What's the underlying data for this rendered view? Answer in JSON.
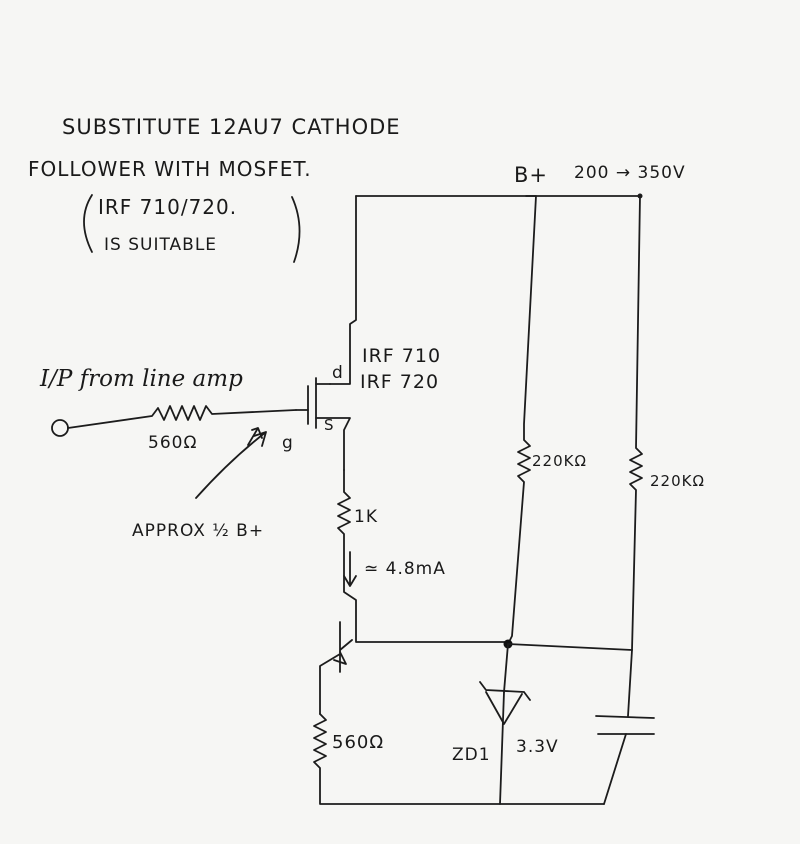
{
  "title": {
    "line1": "SUBSTITUTE  12AU7  CATHODE",
    "line2": "FOLLOWER WITH MOSFET.",
    "note_line1": "IRF 710/720.",
    "note_line2": "IS  SUITABLE"
  },
  "supply": {
    "label": "B+",
    "range": "200 → 350V"
  },
  "input": {
    "label": "I/P from line amp",
    "resistor": "560Ω"
  },
  "mosfet": {
    "part1": "IRF 710",
    "part2": "IRF 720",
    "pin_d": "d",
    "pin_g": "g",
    "pin_s": "S"
  },
  "gate_note": "APPROX ½ B+",
  "source_resistor": "1K",
  "current": "≃ 4.8mA",
  "divider": {
    "r1": "220KΩ",
    "r2": "220KΩ"
  },
  "bottom_resistor": "560Ω",
  "zener": {
    "label": "ZD1",
    "voltage": "3.3V"
  }
}
